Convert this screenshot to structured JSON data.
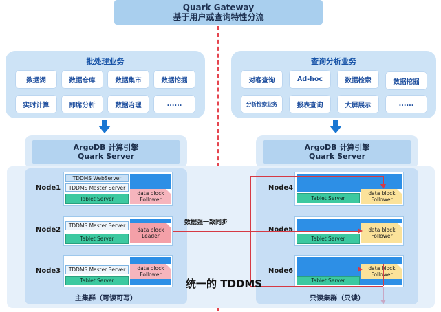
{
  "gateway": {
    "line1": "Quark Gateway",
    "line2": "基于用户或查询特性分流"
  },
  "left_panel": {
    "title": "批处理业务",
    "tiles": [
      "数据湖",
      "数据仓库",
      "数据集市",
      "数据挖掘",
      "实时计算",
      "即席分析",
      "数据治理",
      "......"
    ]
  },
  "right_panel": {
    "title": "查询分析业务",
    "tiles": [
      "对客查询",
      "Ad-hoc",
      "数据检索",
      "数据挖掘",
      "分析检索业务",
      "报表查询",
      "大屏展示",
      "......"
    ]
  },
  "argodb": {
    "line1": "ArgoDB 计算引擎",
    "line2": "Quark Server"
  },
  "master_cluster": {
    "caption": "主集群（可读可写）",
    "nodes": [
      {
        "label": "Node1",
        "services": [
          "TDDMS WebServer",
          "TDDMS Master Server",
          "Tablet Server"
        ],
        "block": [
          "data block",
          "Follower"
        ]
      },
      {
        "label": "Node2",
        "services": [
          "TDDMS Master Server",
          "Tablet Server"
        ],
        "block": [
          "data block",
          "Leader"
        ]
      },
      {
        "label": "Node3",
        "services": [
          "TDDMS Master Server",
          "Tablet Server"
        ],
        "block": [
          "data block",
          "Follower"
        ]
      }
    ]
  },
  "readonly_cluster": {
    "caption": "只读集群（只读）",
    "nodes": [
      {
        "label": "Node4",
        "services": [
          "Tablet Server"
        ],
        "block": [
          "data block",
          "Follower"
        ]
      },
      {
        "label": "Node5",
        "services": [
          "Tablet Server"
        ],
        "block": [
          "data block",
          "Follower"
        ]
      },
      {
        "label": "Node6",
        "services": [
          "Tablet Server"
        ],
        "block": [
          "data block",
          "Follower"
        ]
      }
    ]
  },
  "sync_label": "数据强一致同步",
  "unified_label": "统一的 TDDMS",
  "colors": {
    "accent": "#1976d2",
    "sync_line": "#d63a44",
    "tablet": "#3cc9a0",
    "leader": "#f4a0a8",
    "follower_ro": "#fbe29a"
  }
}
